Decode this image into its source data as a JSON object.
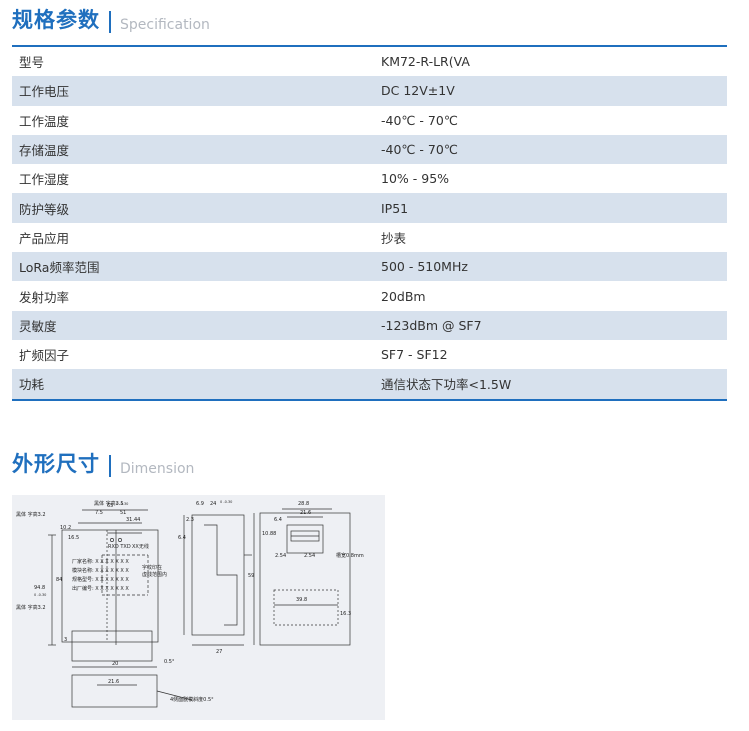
{
  "spec_section": {
    "title": "规格参数",
    "subtitle": "Specification"
  },
  "spec_rows": [
    {
      "key": "型号",
      "value": "KM72-R-LR(VA"
    },
    {
      "key": "工作电压",
      "value": "DC 12V±1V"
    },
    {
      "key": "工作温度",
      "value": "-40℃ - 70℃"
    },
    {
      "key": "存储温度",
      "value": "-40℃ - 70℃"
    },
    {
      "key": "工作湿度",
      "value": "10% - 95%"
    },
    {
      "key": "防护等级",
      "value": "IP51"
    },
    {
      "key": "产品应用",
      "value": "抄表"
    },
    {
      "key": "LoRa频率范围",
      "value": "500 - 510MHz"
    },
    {
      "key": "发射功率",
      "value": "20dBm"
    },
    {
      "key": "灵敏度",
      "value": "-123dBm @ SF7"
    },
    {
      "key": "扩频因子",
      "value": "SF7 - SF12"
    },
    {
      "key": "功耗",
      "value": "通信状态下功率<1.5W"
    }
  ],
  "dimension_section": {
    "title": "外形尺寸",
    "subtitle": "Dimension"
  },
  "drawing_labels": {
    "font_3_2_top": "黑体 字高3.2",
    "font_3_5": "黑体 字高3.5",
    "font_3_2_bottom": "黑体 字高3.2",
    "led_labels": "RXD TXD",
    "xx_label": "XX无线",
    "print_note_1": "字纹印在",
    "print_note_2": "虚线范围内",
    "factory_name": "厂家名称: X X X X X X X",
    "module_name": "模块名称: X X X X X X X",
    "spec_model": "规格型号: X X X X X X X",
    "serial_no": "出厂编号: X X X X X X X",
    "slot_note": "槽宽0.8mm",
    "bevel_note": "4侧面脱模斜度0.5°",
    "angle_0_5": "0.5°",
    "d_65": "65",
    "d_65_tol": "0 -0.30",
    "d_7_5": "7.5",
    "d_51": "51",
    "d_31_44": "31.44",
    "d_10_2": "10.2",
    "d_16_5": "16.5",
    "d_94_8": "94.8",
    "d_94_8_tol": "0 -0.30",
    "d_84": "84",
    "d_3": "3",
    "d_6_9": "6.9",
    "d_24": "24",
    "d_24_tol": "0 -0.30",
    "d_2_3": "2.3",
    "d_6_4_side": "6.4",
    "d_59": "59",
    "d_27": "27",
    "d_28_8": "28.8",
    "d_21_6_top": "21.6",
    "d_6_4": "6.4",
    "d_10_88": "10.88",
    "d_2_54_a": "2.54",
    "d_2_54_b": "2.54",
    "d_39_8": "39.8",
    "d_16_3": "16.3",
    "d_20": "20",
    "d_21_6_bottom": "21.6"
  }
}
